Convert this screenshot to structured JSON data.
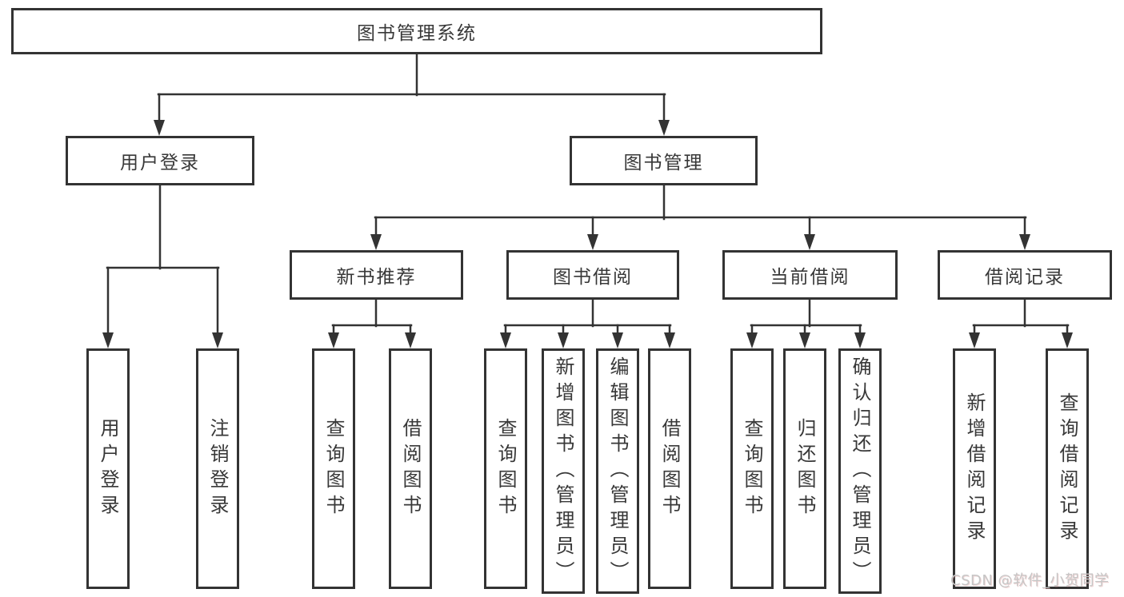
{
  "tree": {
    "label": "图书管理系统",
    "children": [
      {
        "label": "用户登录",
        "children": [
          {
            "label": "用户登录"
          },
          {
            "label": "注销登录"
          }
        ]
      },
      {
        "label": "图书管理",
        "children": [
          {
            "label": "新书推荐",
            "children": [
              {
                "label": "查询图书"
              },
              {
                "label": "借阅图书"
              }
            ]
          },
          {
            "label": "图书借阅",
            "children": [
              {
                "label": "查询图书"
              },
              {
                "label": "新增图书（管理员）"
              },
              {
                "label": "编辑图书（管理员）"
              },
              {
                "label": "借阅图书"
              }
            ]
          },
          {
            "label": "当前借阅",
            "children": [
              {
                "label": "查询图书"
              },
              {
                "label": "归还图书"
              },
              {
                "label": "确认归还（管理员）"
              }
            ]
          },
          {
            "label": "借阅记录",
            "children": [
              {
                "label": "新增借阅记录"
              },
              {
                "label": "查询借阅记录"
              }
            ]
          }
        ]
      }
    ]
  },
  "watermark": "CSDN @软件_小贺同学",
  "colors": {
    "line": "#333333",
    "box_border": "#333333",
    "text": "#383838",
    "background": "#ffffff",
    "watermark": "#c6c6c6"
  }
}
